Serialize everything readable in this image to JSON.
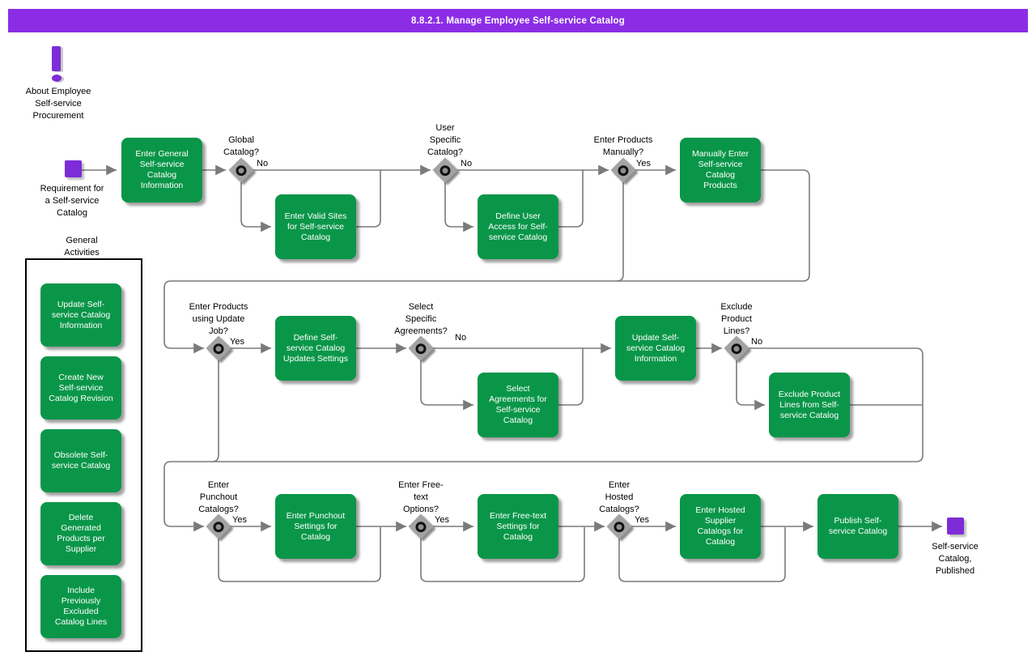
{
  "header": {
    "title": "8.8.2.1. Manage Employee Self-service Catalog"
  },
  "note": {
    "label": "About Employee\nSelf-service\nProcurement"
  },
  "start": {
    "label": "Requirement for\na Self-service\nCatalog"
  },
  "end": {
    "label": "Self-service\nCatalog,\nPublished"
  },
  "sidebar": {
    "title": "General\nActivities",
    "items": [
      {
        "label": "Update Self-\nservice Catalog\nInformation"
      },
      {
        "label": "Create New\nSelf-service\nCatalog Revision"
      },
      {
        "label": "Obsolete Self-\nservice Catalog"
      },
      {
        "label": "Delete\nGenerated\nProducts per\nSupplier"
      },
      {
        "label": "Include\nPreviously\nExcluded\nCatalog Lines"
      }
    ]
  },
  "flow": {
    "boxes": [
      {
        "label": "Enter General\nSelf-service\nCatalog\nInformation"
      },
      {
        "label": "Enter Valid Sites\nfor Self-service\nCatalog"
      },
      {
        "label": "Define User\nAccess for Self-\nservice Catalog"
      },
      {
        "label": "Manually Enter\nSelf-service\nCatalog\nProducts"
      },
      {
        "label": "Define Self-\nservice Catalog\nUpdates Settings"
      },
      {
        "label": "Select\nAgreements for\nSelf-service\nCatalog"
      },
      {
        "label": "Update Self-\nservice Catalog\nInformation"
      },
      {
        "label": "Exclude Product\nLines from Self-\nservice Catalog"
      },
      {
        "label": "Enter Punchout\nSettings for\nCatalog"
      },
      {
        "label": "Enter Free-text\nSettings for\nCatalog"
      },
      {
        "label": "Enter Hosted\nSupplier\nCatalogs for\nCatalog"
      },
      {
        "label": "Publish Self-\nservice Catalog"
      }
    ],
    "decisions": [
      {
        "question": "Global\nCatalog?",
        "branch": "No"
      },
      {
        "question": "User\nSpecific\nCatalog?",
        "branch": "No"
      },
      {
        "question": "Enter Products\nManually?",
        "branch": "Yes"
      },
      {
        "question": "Enter Products\nusing Update\nJob?",
        "branch": "Yes"
      },
      {
        "question": "Select\nSpecific\nAgreements?",
        "branch": "No"
      },
      {
        "question": "Exclude\nProduct\nLines?",
        "branch": "No"
      },
      {
        "question": "Enter\nPunchout\nCatalogs?",
        "branch": "Yes"
      },
      {
        "question": "Enter Free-\ntext\nOptions?",
        "branch": "Yes"
      },
      {
        "question": "Enter\nHosted\nCatalogs?",
        "branch": "Yes"
      }
    ]
  },
  "colors": {
    "header_bg": "#8C2DE6",
    "node_purple": "#7D2DD7",
    "activity_green": "#0A9649",
    "connector_gray": "#7a7a7a",
    "diamond_gray": "#A3A3A3"
  }
}
